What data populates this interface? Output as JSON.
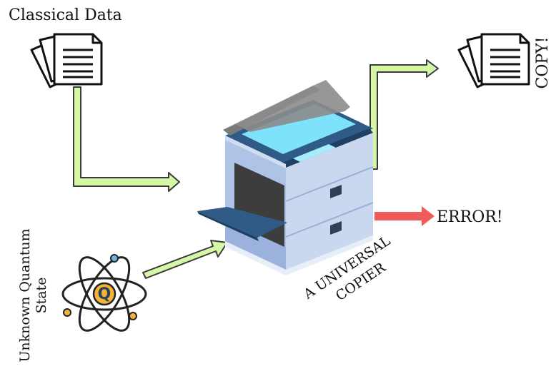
{
  "labels": {
    "classical": "Classical Data",
    "copy": "COPY!",
    "error": "ERROR!",
    "quantum_line1": "Unknown Quantum",
    "quantum_line2": "State",
    "copier_line1": "A UNIVERSAL",
    "copier_line2": "COPIER",
    "q_letter": "Q"
  },
  "colors": {
    "arrow_green_fill": "#d6f7a8",
    "arrow_green_stroke": "#3b3b3b",
    "arrow_red": "#ef5b5b",
    "copier_body": "#aec3e6",
    "copier_body_dark": "#8ea6d1",
    "copier_side": "#c9d7ef",
    "copier_tray": "#2f5b86",
    "copier_lid": "#8c8c8c",
    "copier_glass": "#7ee2fb",
    "copier_slot": "#3d3d3d",
    "atom_orbit": "#222222",
    "atom_core": "#f2b43a",
    "atom_q": "#6fb7d9",
    "atom_dot_blue": "#6fb7d9",
    "atom_dot_orange": "#f2b43a"
  },
  "icons": {
    "classical_docs": "document-stack-icon",
    "copy_docs": "document-stack-icon",
    "copier": "photocopier-icon",
    "atom": "atom-icon"
  }
}
